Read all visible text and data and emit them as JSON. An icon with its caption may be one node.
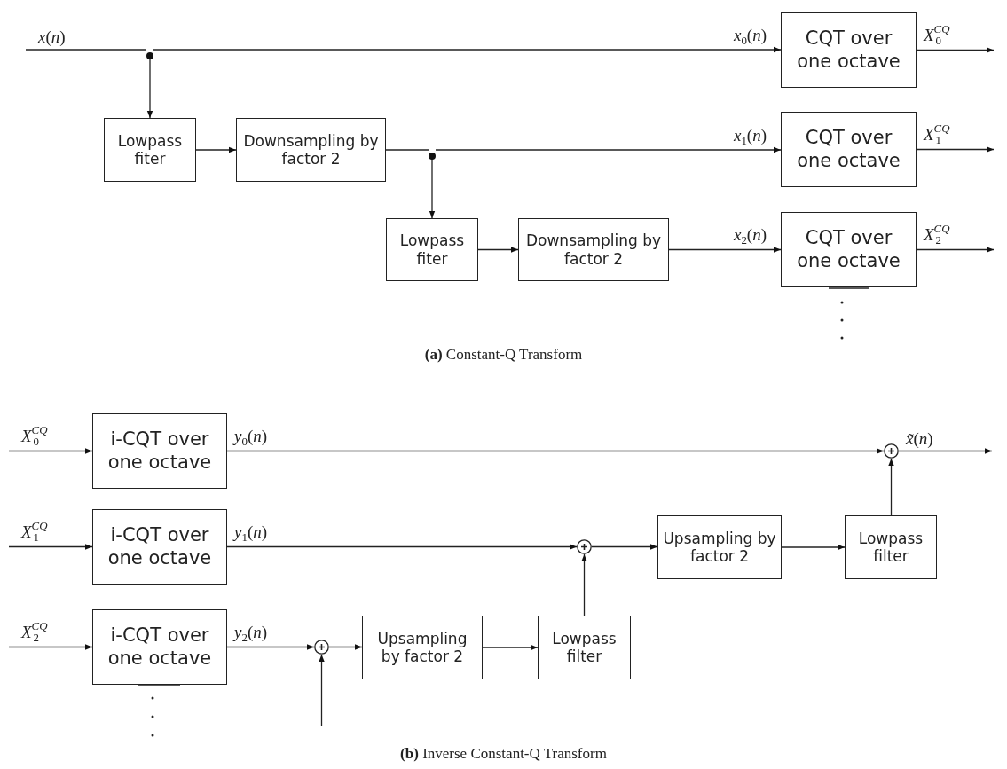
{
  "diagram": {
    "nodes": [
      {
        "text": [],
        "shape": "dot"
      },
      {
        "text": [
          "CQT over one octave"
        ]
      },
      {
        "text": [
          "Lowpass fiter"
        ]
      },
      {
        "text": [
          "Downsampling by factor 2"
        ]
      },
      {
        "text": [],
        "shape": "dot"
      },
      {
        "text": [
          "CQT over one octave"
        ]
      },
      {
        "text": [
          "Lowpass fiter"
        ]
      },
      {
        "text": [
          "Downsampling by factor 2"
        ]
      },
      {
        "text": [
          "CQT over one octave"
        ]
      },
      {
        "text": [
          "i-CQT over one octave"
        ]
      },
      {
        "text": [],
        "shape": "circle"
      },
      {
        "text": [
          "i-CQT over one octave"
        ]
      },
      {
        "text": [],
        "shape": "circle"
      },
      {
        "text": [
          "Upsampling by factor 2"
        ]
      },
      {
        "text": [
          "Lowpass filter"
        ]
      },
      {
        "text": [
          "i-CQT over one octave"
        ]
      },
      {
        "text": [],
        "shape": "circle"
      },
      {
        "text": [
          "Upsampling by factor 2"
        ]
      },
      {
        "text": [
          "Lowpass filter"
        ]
      }
    ],
    "edges": [
      {
        "from": null,
        "to": 0,
        "arrow": "none",
        "label": "*x*(*n*)"
      },
      {
        "from": 0,
        "to": 1,
        "arrow": "to",
        "label": "*x*$_{0}$(*n*)"
      },
      {
        "from": 0,
        "to": 2,
        "arrow": "to"
      },
      {
        "from": 2,
        "to": 3,
        "arrow": "to"
      },
      {
        "from": 3,
        "to": 4,
        "arrow": "none"
      },
      {
        "from": 4,
        "to": 5,
        "arrow": "to",
        "label": "*x*$_{1}$(*n*)"
      },
      {
        "from": 4,
        "to": 6,
        "arrow": "to"
      },
      {
        "from": 6,
        "to": 7,
        "arrow": "to"
      },
      {
        "from": 7,
        "to": 8,
        "arrow": "to",
        "label": "*x*$_{2}$(*n*)"
      },
      {
        "from": 1,
        "to": null,
        "arrow": "to",
        "label": "*X*$^{CQ}$$_{0}$"
      },
      {
        "from": 5,
        "to": null,
        "arrow": "to",
        "label": "*X*$^{CQ}$$_{1}$"
      },
      {
        "from": 8,
        "to": null,
        "arrow": "to",
        "label": "*X*$^{CQ}$$_{2}$"
      },
      {
        "from": null,
        "to": 9,
        "arrow": "to",
        "label": "*X*$^{CQ}$$_{0}$"
      },
      {
        "from": null,
        "to": 11,
        "arrow": "to",
        "label": "*X*$^{CQ}$$_{1}$"
      },
      {
        "from": null,
        "to": 15,
        "arrow": "to",
        "label": "*X*$^{CQ}$$_{2}$"
      },
      {
        "from": 9,
        "to": 10,
        "arrow": "to",
        "label": "*y*$_{0}$(*n*)"
      },
      {
        "from": 11,
        "to": 12,
        "arrow": "to",
        "label": "*y*$_{1}$(*n*)"
      },
      {
        "from": 15,
        "to": 16,
        "arrow": "to",
        "label": "*y*$_{2}$(*n*)"
      },
      {
        "from": 16,
        "to": 17,
        "arrow": "to"
      },
      {
        "from": 17,
        "to": 18,
        "arrow": "to"
      },
      {
        "from": 18,
        "to": 12,
        "arrow": "to"
      },
      {
        "from": 12,
        "to": 13,
        "arrow": "to"
      },
      {
        "from": 13,
        "to": 14,
        "arrow": "to"
      },
      {
        "from": 14,
        "to": 10,
        "arrow": "to"
      },
      {
        "from": 10,
        "to": null,
        "arrow": "to",
        "label": "*x̃*(*n*)"
      },
      {
        "from": null,
        "to": 16,
        "arrow": "to"
      }
    ],
    "labels": [
      "**(a)** Constant-Q Transform",
      "**(b)** Inverse Constant-Q Transform"
    ]
  }
}
